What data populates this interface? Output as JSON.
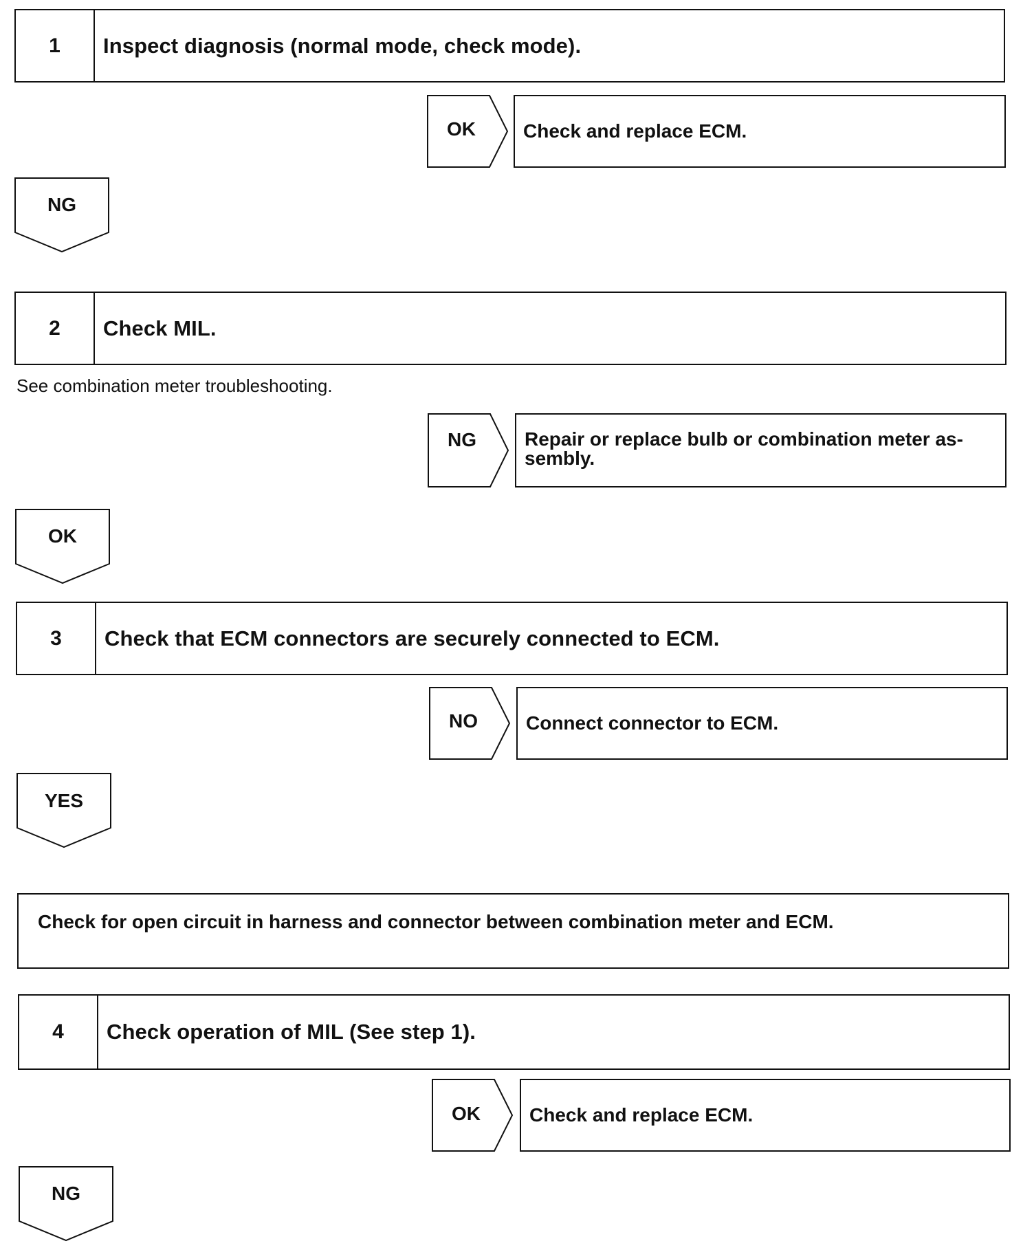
{
  "steps": [
    {
      "number": "1",
      "title": "Inspect diagnosis (normal mode, check mode)."
    },
    {
      "number": "2",
      "title": "Check MIL.",
      "note": "See combination meter troubleshooting."
    },
    {
      "number": "3",
      "title": "Check that ECM connectors are securely connected to ECM."
    },
    {
      "number": "4",
      "title": "Check operation of MIL (See step 1)."
    }
  ],
  "branches": [
    {
      "label": "OK",
      "action": "Check and replace ECM."
    },
    {
      "label": "NG",
      "action": "Repair or replace bulb or combination meter as-\nsembly."
    },
    {
      "label": "NO",
      "action": "Connect connector to ECM."
    },
    {
      "label": "OK",
      "action": "Check and replace ECM."
    }
  ],
  "down_labels": [
    "NG",
    "OK",
    "YES",
    "NG"
  ],
  "inspection_box": "Check for open circuit in harness and connector between combination meter and ECM.",
  "colors": {
    "line": "#111111",
    "background": "#ffffff"
  }
}
